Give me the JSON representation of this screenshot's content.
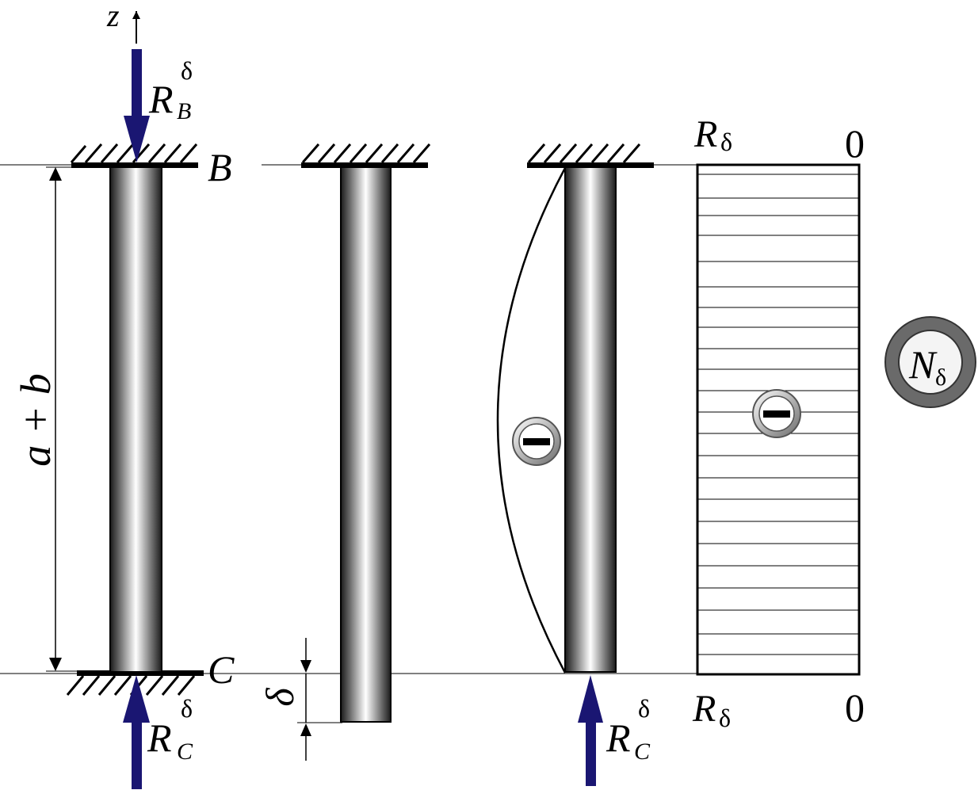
{
  "labels": {
    "axis_z": "z",
    "point_b": "B",
    "point_c": "C",
    "dim_a_plus_b": "a + b",
    "delta": "δ",
    "reaction_b": {
      "main": "R",
      "sub": "B",
      "sup": "δ"
    },
    "reaction_c_left": {
      "main": "R",
      "sub": "C",
      "sup": "δ"
    },
    "reaction_c_right": {
      "main": "R",
      "sub": "C",
      "sup": "δ"
    },
    "r_delta_top": {
      "main": "R",
      "sub": "δ"
    },
    "r_delta_bottom": {
      "main": "R",
      "sub": "δ"
    },
    "zero_top": "0",
    "zero_bottom": "0",
    "minus_sign": "−",
    "n_delta": {
      "main": "N",
      "sub": "δ"
    }
  },
  "colors": {
    "force_arrow": "#1a1672",
    "line": "#000000",
    "badge_ring": "#5e5e5e"
  }
}
